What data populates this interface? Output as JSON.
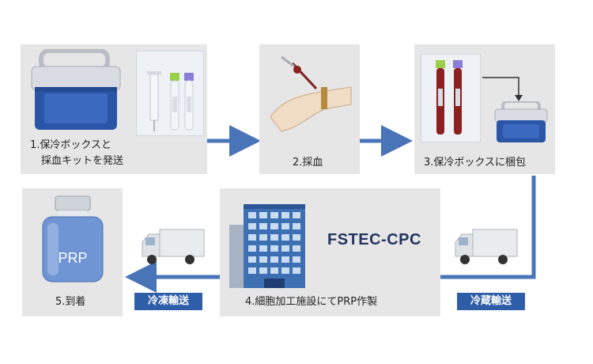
{
  "steps": [
    {
      "label_line1": "1.保冷ボックスと",
      "label_line2": "採血キットを発送"
    },
    {
      "label": "2.採血"
    },
    {
      "label": "3.保冷ボックスに梱包"
    },
    {
      "label": "4.細胞加工施設にてPRP作製"
    },
    {
      "label": "5.到着"
    }
  ],
  "facility_name": "FSTEC-CPC",
  "bottle_label": "PRP",
  "transport": {
    "refrigerated": "冷蔵輸送",
    "frozen": "冷凍輸送"
  },
  "colors": {
    "card_bg": "#e6e6e6",
    "arrow": "#4a74b8",
    "pill": "#2f5ea8",
    "cooler_blue": "#2b56a8",
    "building_blue": "#3d6fb3",
    "blood_red": "#8c1f1f"
  }
}
